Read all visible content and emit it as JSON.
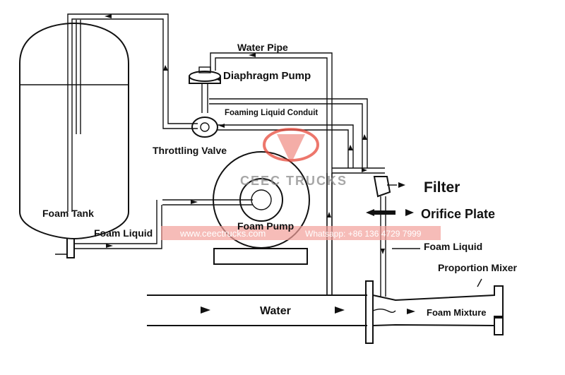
{
  "labels": {
    "water_pipe": "Water Pipe",
    "diaphragm_pump": "Diaphragm Pump",
    "foaming_liquid_conduit": "Foaming Liquid Conduit",
    "throttling_valve": "Throttling Valve",
    "filter": "Filter",
    "orifice_plate": "Orifice Plate",
    "foam_tank": "Foam Tank",
    "foam_liquid_left": "Foam Liquid",
    "foam_pump": "Foam Pump",
    "foam_liquid_right": "Foam Liquid",
    "proportion_mixer": "Proportion Mixer",
    "water": "Water",
    "foam_mixture": "Foam Mixture"
  },
  "watermark": {
    "brand": "CEEC TRUCKS",
    "website": "www.ceectrucks.com",
    "phone": "Whatsapp: +86 136 4729 7999",
    "banner_color": "#f2a09a",
    "logo_color": "#e84a3c"
  }
}
